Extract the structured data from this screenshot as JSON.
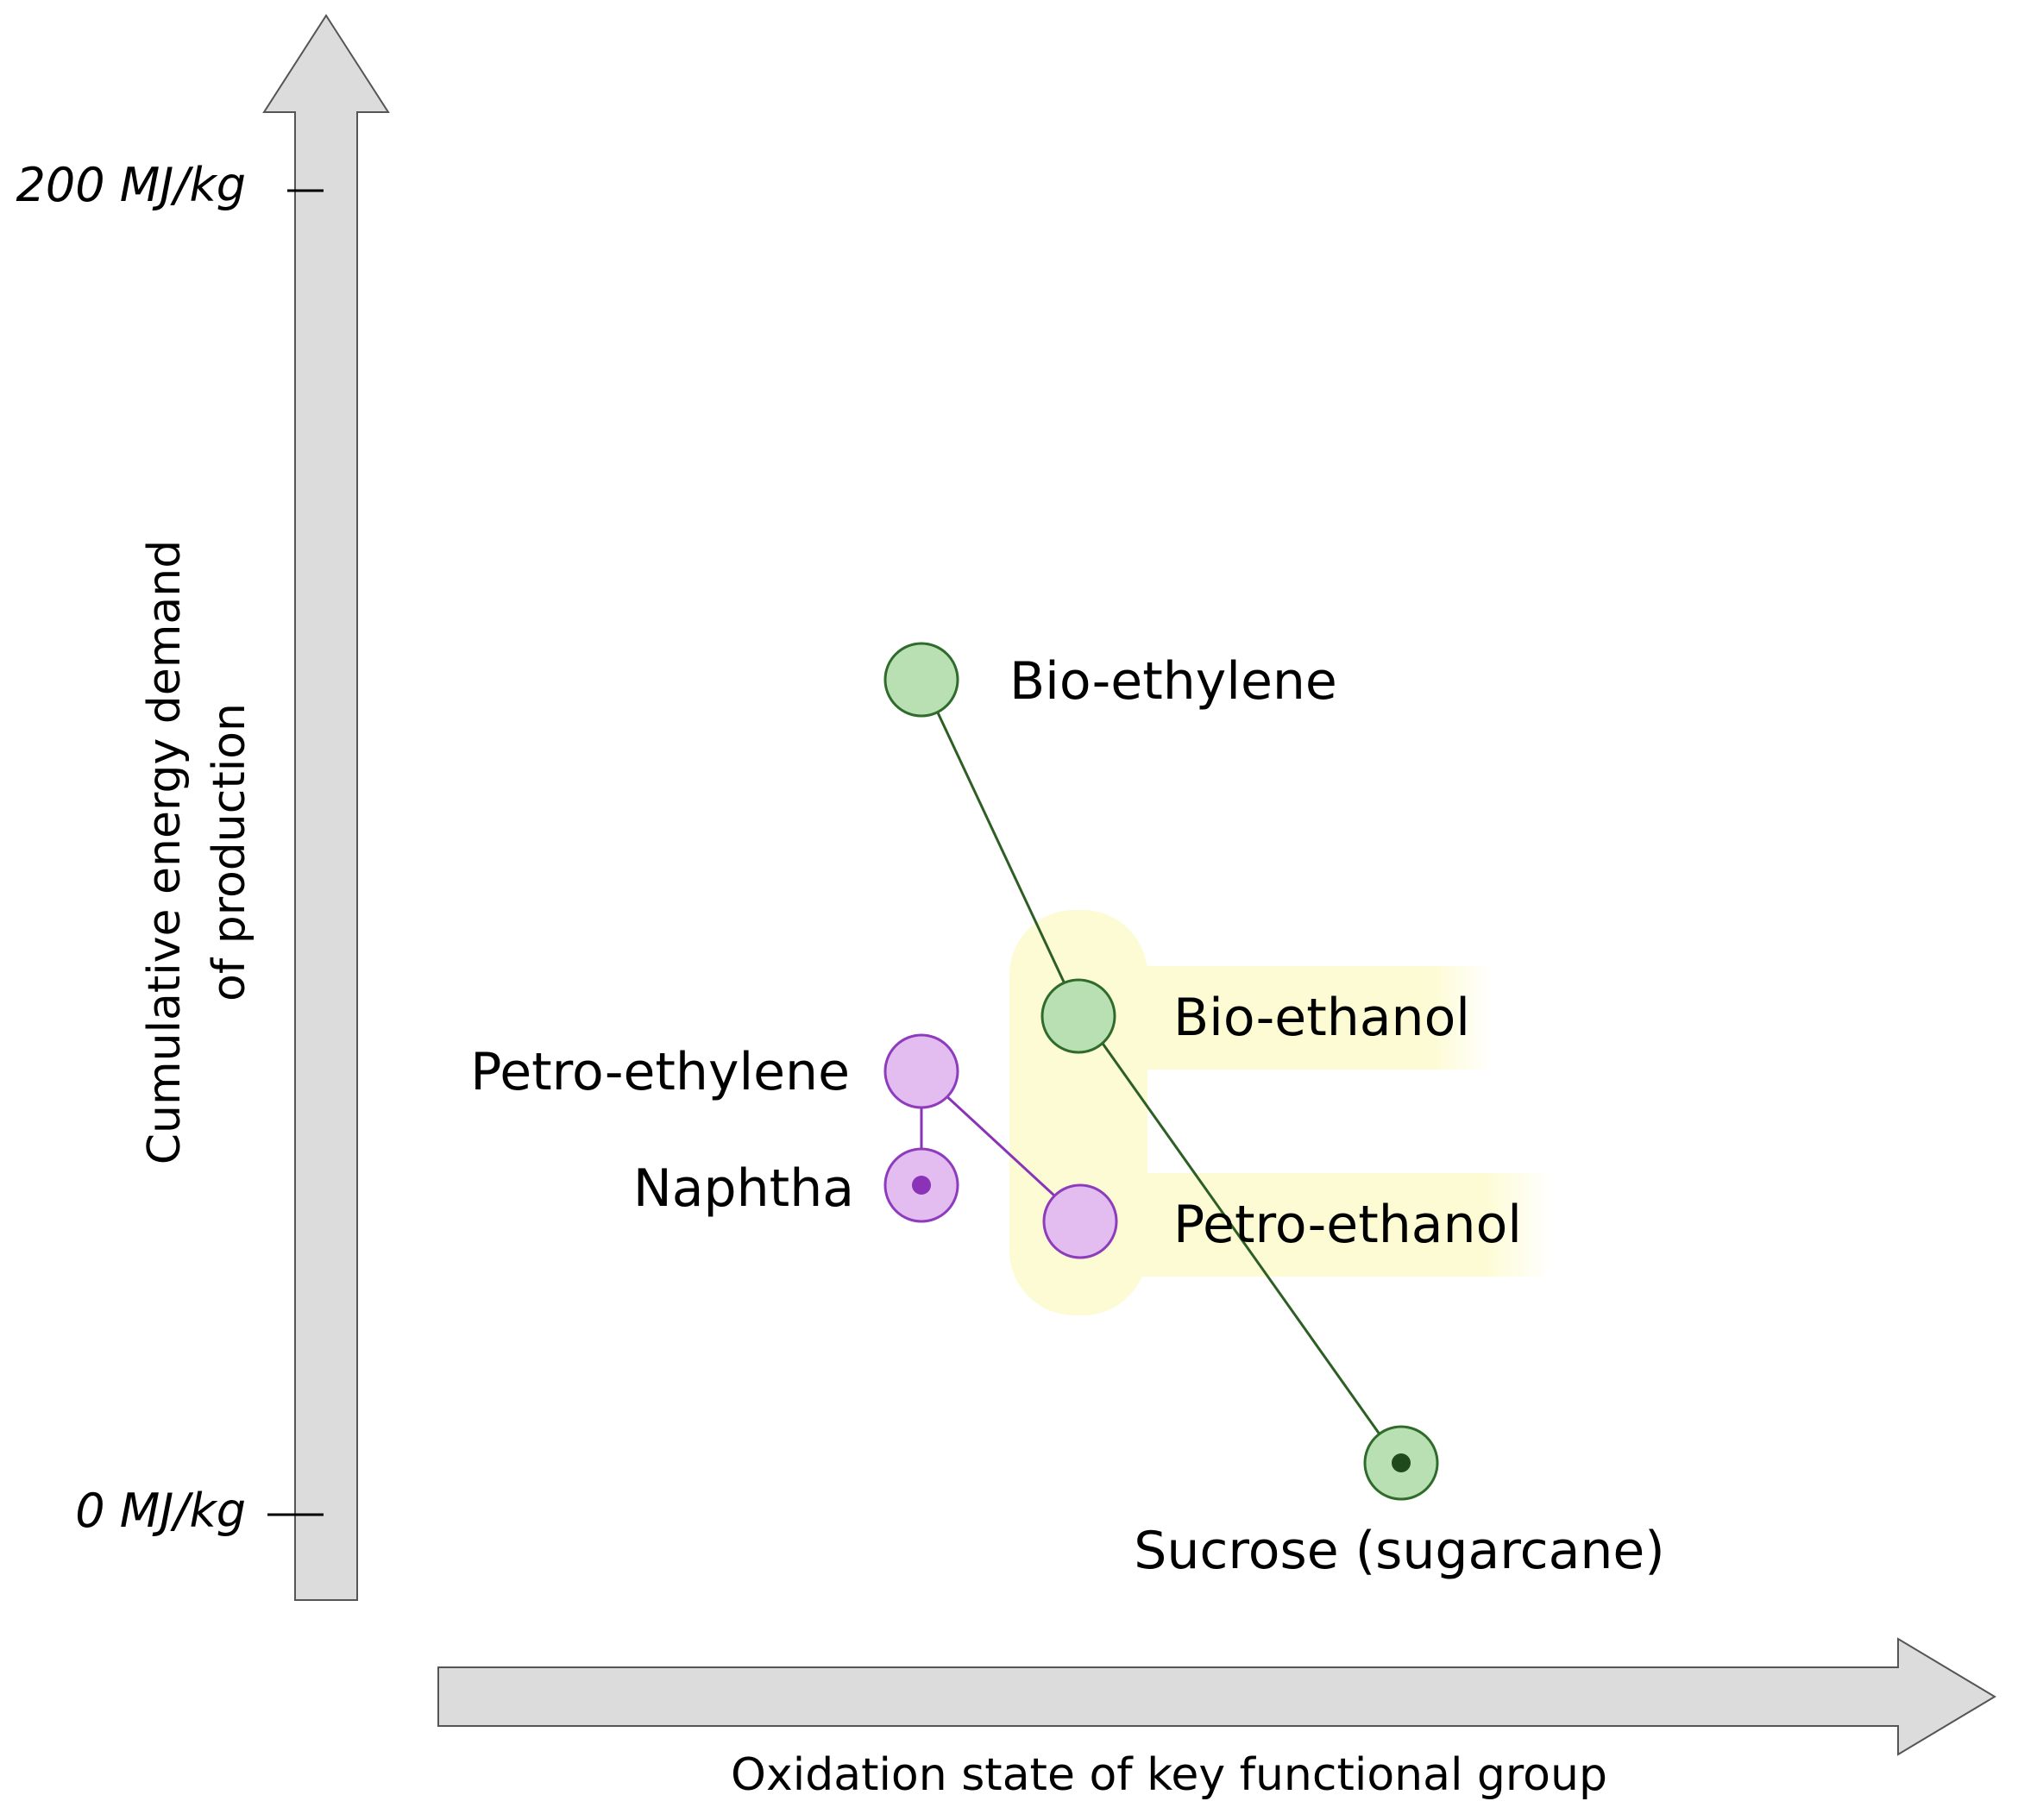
{
  "diagram": {
    "y_axis": {
      "title_line1": "Cumulative energy demand",
      "title_line2": "of production",
      "tick_top": "200 MJ/kg",
      "tick_bottom": "0 MJ/kg"
    },
    "x_axis": {
      "title": "Oxidation state of key functional group"
    },
    "nodes": {
      "bio_ethylene": "Bio-ethylene",
      "bio_ethanol": "Bio-ethanol",
      "petro_ethylene": "Petro-ethylene",
      "naphtha": "Naphtha",
      "petro_ethanol": "Petro-ethanol",
      "sucrose": "Sucrose (sugarcane)"
    },
    "colors": {
      "bio_fill": "#b9e0b3",
      "bio_stroke": "#2f6b2a",
      "bio_arrow": "#2d5e24",
      "petro_fill": "#e3bdf0",
      "petro_stroke": "#8e3bbd",
      "petro_arrow": "#8a33b8",
      "highlight": "#fdfbd3",
      "axis_fill": "#dcdcdc",
      "axis_stroke": "#555555"
    }
  }
}
